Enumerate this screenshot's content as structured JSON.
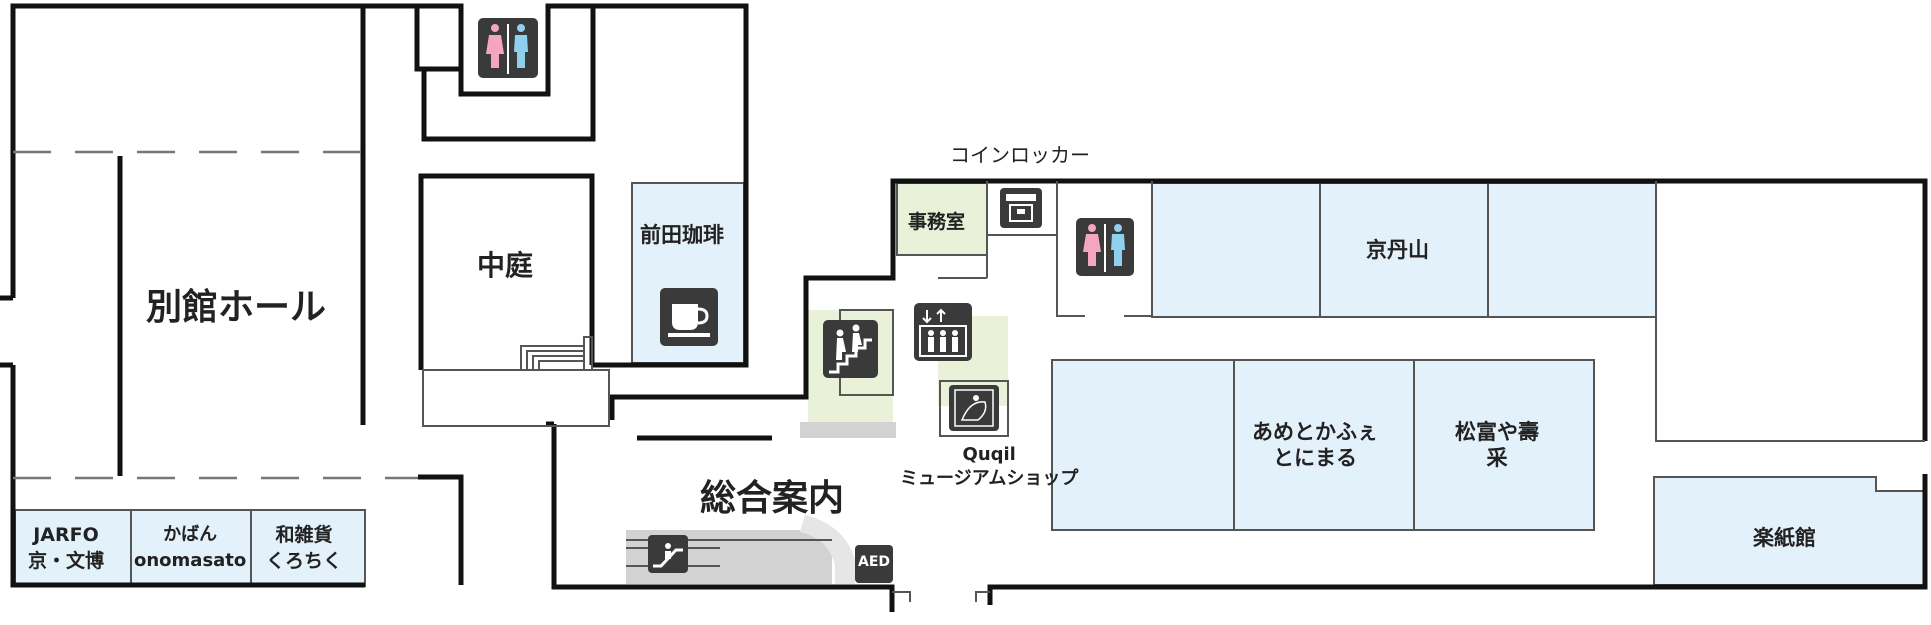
{
  "labels": {
    "annex_hall": "別館ホール",
    "courtyard": "中庭",
    "maeda_coffee": "前田珈琲",
    "coin_locker": "コインロッカー",
    "office": "事務室",
    "kyotanzan": "京丹山",
    "information": "総合案内",
    "ame_line1": "あめとかふぇ",
    "ame_line2": "とにまる",
    "matsutomi_line1": "松富や壽",
    "matsutomi_line2": "采",
    "rakushikan": "楽紙館",
    "quqil_line1": "Quqil",
    "quqil_line2": "ミュージアムショップ",
    "jarfo_line1": "JARFO",
    "jarfo_line2": "京・文博",
    "kaban_line1": "かばん",
    "kaban_line2": "onomasato",
    "wazakka_line1": "和雑貨",
    "wazakka_line2": "くろちく",
    "aed": "AED"
  },
  "icons": [
    "restroom-icon",
    "restroom-icon",
    "coffee-cup-icon",
    "stairs-icon",
    "elevator-icon",
    "escalator-icon",
    "coin-locker-icon",
    "nursing-room-icon",
    "aed-icon"
  ],
  "colors": {
    "shop_blue": "#e3f1fb",
    "office_green": "#e9f2d8",
    "wall": "#111111",
    "corridor_grey": "#d2d2d2",
    "icon_dark": "#3a3a3a",
    "female_pink": "#f4a5c0",
    "male_blue": "#8fd0ef"
  }
}
